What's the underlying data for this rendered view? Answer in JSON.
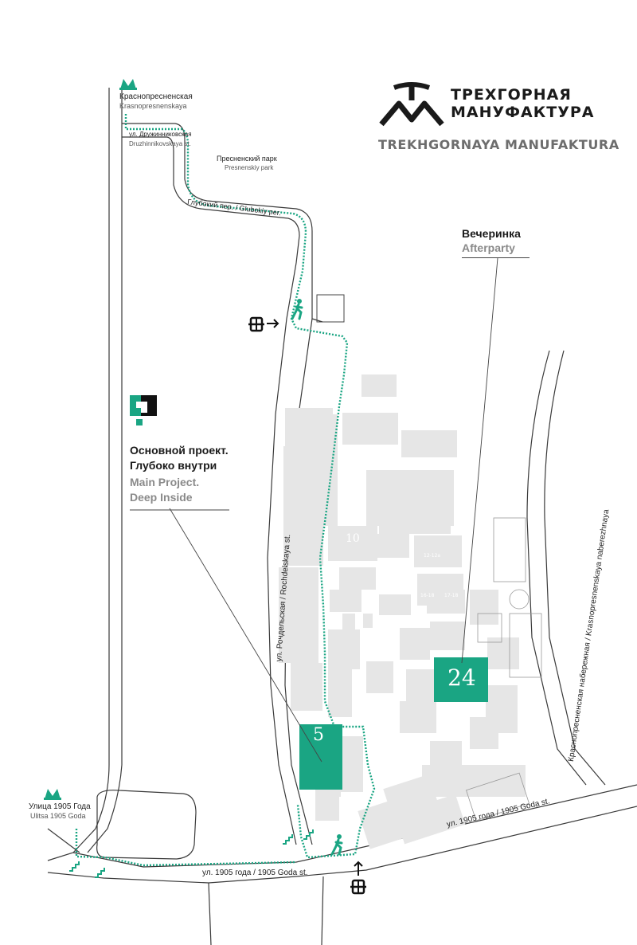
{
  "brand": {
    "name_ru_line1": "ТРЕХГОРНАЯ",
    "name_ru_line2": "МАНУФАКТУРА",
    "name_en": "TREKHGORNAYA MANUFAKTURA"
  },
  "metro": [
    {
      "name_ru": "Краснопресненская",
      "name_en": "Krasnopresnenskaya",
      "icon": "metro-icon"
    },
    {
      "name_ru": "Улица 1905 Года",
      "name_en": "Ulitsa 1905 Goda",
      "icon": "metro-icon"
    }
  ],
  "park": {
    "name_ru": "Пресненский парк",
    "name_en": "Presnenskiy park"
  },
  "streets": {
    "druzhinnikovskaya_ru": "ул. Дружинниковская",
    "druzhinnikovskaya_en": "Druzhinnikovskaya st.",
    "glubokiy": "Глубокий пер. / Glubokiy per.",
    "rochdelskaya": "ул. Рочдельская / Rochdelskaya st.",
    "goda_1905_west": "ул. 1905 года / 1905 Goda st.",
    "goda_1905_east": "ул. 1905 года / 1905 Goda st.",
    "naberezhnaya": "Краснопресненская набережная / Krasnopresnenskaya naberezhnaya"
  },
  "venues": {
    "main_project": {
      "title_ru_line1": "Основной проект.",
      "title_ru_line2": "Глубоко внутри",
      "title_en_line1": "Main Project.",
      "title_en_line2": "Deep Inside",
      "building": "5",
      "icon": "exhibition-logo-icon"
    },
    "afterparty": {
      "title_ru": "Вечеринка",
      "title_en": "Afterparty",
      "building": "24"
    }
  },
  "buildings": {
    "b10": "10",
    "b12": "12-12а",
    "b16": "16-18",
    "b17": "17-18"
  },
  "icons": [
    "metro-icon",
    "walking-person-icon",
    "turnstile-icon",
    "arrow-right-icon",
    "arrow-up-icon",
    "stairs-icon"
  ],
  "colors": {
    "accent": "#1aa583",
    "building": "#e6e6e6",
    "road": "#3c3c3c",
    "text": "#1a1a1a",
    "muted": "#8a8a8a"
  }
}
